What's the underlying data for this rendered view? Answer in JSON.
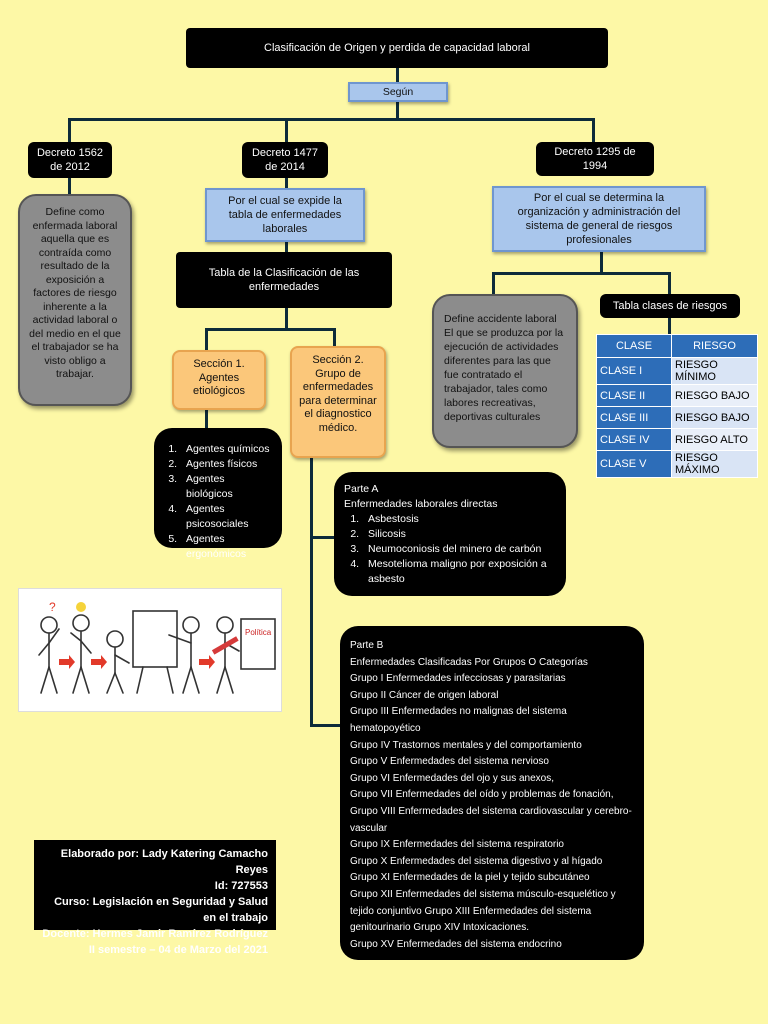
{
  "title": "Clasificación de Origen y perdida de capacidad laboral",
  "segun": "Según",
  "decretos": {
    "d1": "Decreto 1562 de 2012",
    "d2": "Decreto 1477 de 2014",
    "d3": "Decreto 1295 de 1994"
  },
  "d1_def": "Define como enfermada laboral aquella que es contraída como resultado de la exposición a factores de riesgo inherente a la actividad laboral o del medio en el que el trabajador se ha visto obligo a trabajar.",
  "d2_desc": "Por el cual se expide la tabla de enfermedades laborales",
  "d3_desc": "Por el cual se determina la organización y administración del sistema de general de riesgos profesionales",
  "tabla_clasificacion": "Tabla de la Clasificación de las enfermedades",
  "seccion1": "Sección 1. Agentes etiológicos",
  "seccion2": "Sección 2. Grupo de enfermedades para determinar el diagnostico médico.",
  "agentes": [
    "Agentes químicos",
    "Agentes físicos",
    "Agentes biológicos",
    "Agentes psicosociales",
    "Agentes ergonómicos"
  ],
  "accidente": "Define accidente laboral El que se produzca por la ejecución de actividades diferentes para las que fue contratado el trabajador, tales como labores recreativas, deportivas culturales",
  "tabla_riesgos_label": "Tabla clases de riesgos",
  "riesgos": {
    "headers": [
      "CLASE",
      "RIESGO"
    ],
    "rows": [
      [
        "CLASE I",
        "RIESGO MÍNIMO"
      ],
      [
        "CLASE II",
        "RIESGO BAJO"
      ],
      [
        "CLASE III",
        "RIESGO BAJO"
      ],
      [
        "CLASE IV",
        "RIESGO ALTO"
      ],
      [
        "CLASE V",
        "RIESGO MÁXIMO"
      ]
    ]
  },
  "parte_a": {
    "title": "Parte A",
    "subtitle": "Enfermedades laborales directas",
    "items": [
      "Asbestosis",
      "Silicosis",
      "Neumoconiosis del minero de carbón",
      "Mesotelioma maligno por exposición a asbesto"
    ]
  },
  "parte_b": {
    "title": "Parte B",
    "subtitle": " Enfermedades Clasificadas Por Grupos O Categorías",
    "lines": [
      "Grupo I Enfermedades infecciosas y parasitarias",
      "Grupo II Cáncer de origen laboral",
      "Grupo III Enfermedades no malignas del sistema hematopoyético",
      "Grupo IV Trastornos mentales y del comportamiento",
      "Grupo V Enfermedades del sistema nervioso",
      "Grupo VI Enfermedades del ojo y sus anexos,",
      "Grupo VII Enfermedades del oído y problemas de fonación,",
      "Grupo VIII Enfermedades del sistema cardiovascular y cerebro-vascular",
      "Grupo IX Enfermedades del sistema respiratorio",
      "Grupo X Enfermedades del sistema digestivo y al hígado",
      "Grupo XI Enfermedades de la piel y tejido subcutáneo",
      "Grupo XII Enfermedades del sistema músculo-esquelético y tejido conjuntivo Grupo XIII Enfermedades del sistema genitourinario Grupo XIV Intoxicaciones.",
      "Grupo XV Enfermedades del sistema endocrino"
    ]
  },
  "illustration_sign": "Política",
  "credits": {
    "elaborado": "Elaborado por: Lady Katering Camacho Reyes",
    "id": "Id: 727553",
    "curso": "Curso: Legislación en Seguridad y Salud en el trabajo",
    "docente": "Docente: Hermes Jamir Ramírez Rodríguez",
    "semestre": "II semestre – 04 de Marzo del 2021"
  }
}
